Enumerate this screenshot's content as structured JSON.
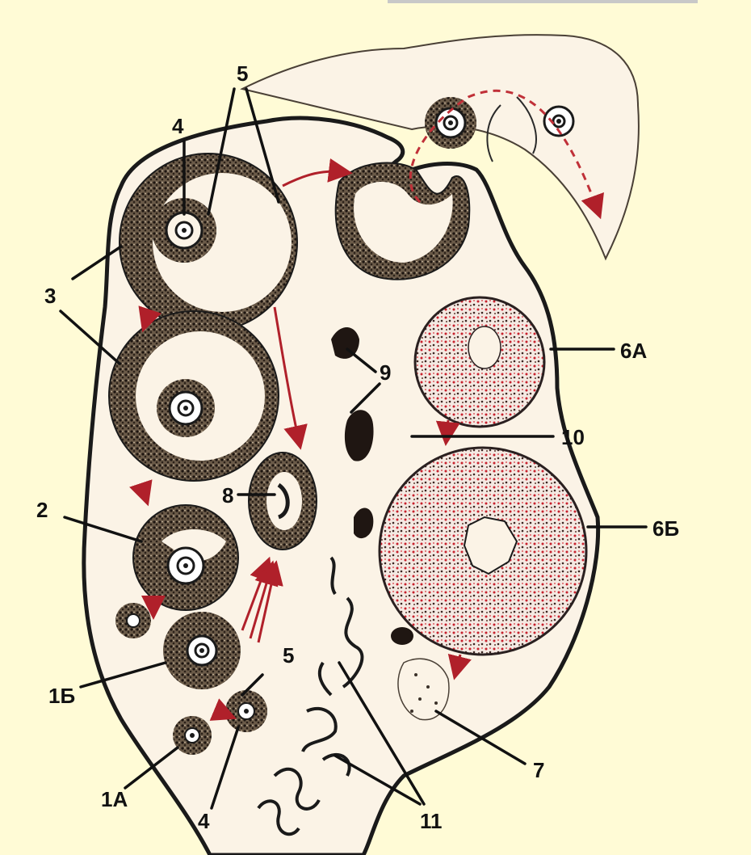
{
  "labels": {
    "l1a": "1А",
    "l1b": "1Б",
    "l2": "2",
    "l3": "3",
    "l4_top": "4",
    "l4_bottom": "4",
    "l5_top": "5",
    "l5_bottom": "5",
    "l6a": "6А",
    "l6b": "6Б",
    "l7": "7",
    "l8": "8",
    "l9": "9",
    "l10": "10",
    "l11": "11"
  },
  "colors": {
    "background": "#fffbd6",
    "tissue": "#fbf3e6",
    "outline": "#1a1a1a",
    "arrow": "#b0202a",
    "corpus_luteum_red": "#c8202c"
  }
}
